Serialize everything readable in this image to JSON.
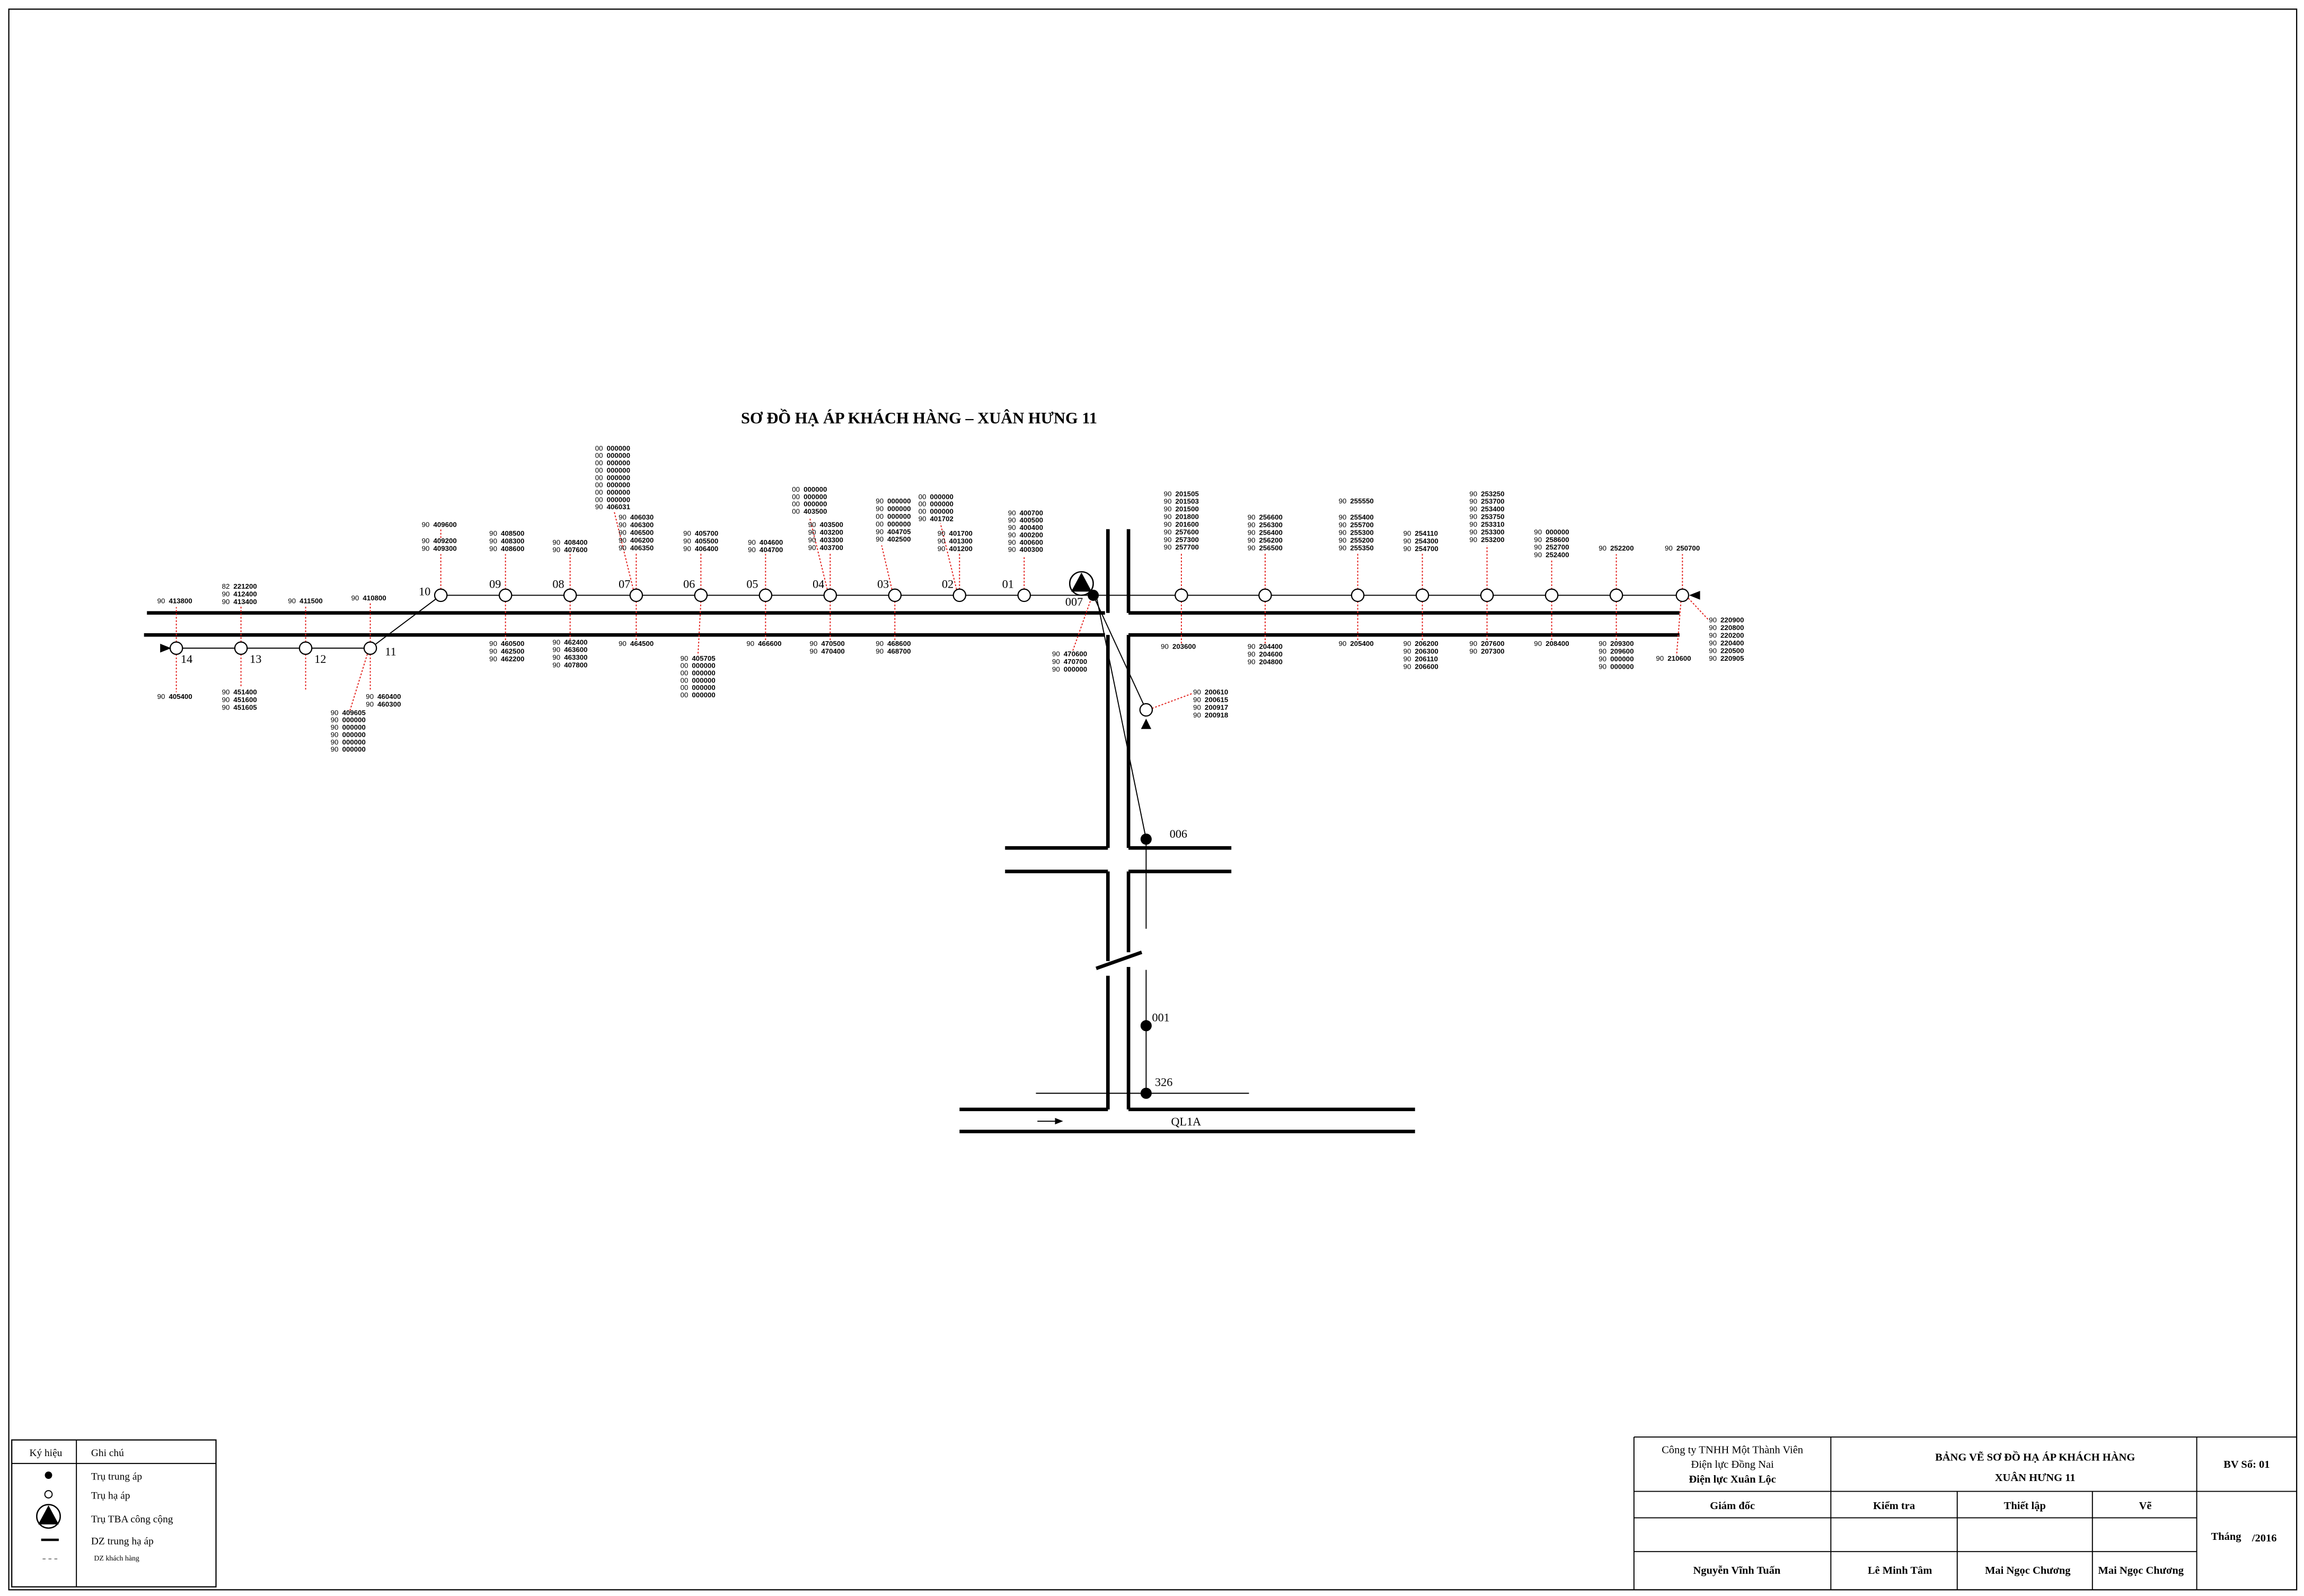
{
  "title": "SƠ ĐỒ HẠ ÁP KHÁCH HÀNG – XUÂN HƯNG 11",
  "colors": {
    "drawing": "#000000",
    "customer_leader": "#e3231f"
  },
  "pole_labels": {
    "p14": "14",
    "p13": "13",
    "p12": "12",
    "p11": "11",
    "p10": "10",
    "p09": "09",
    "p08": "08",
    "p07": "07",
    "p06": "06",
    "p05": "05",
    "p04": "04",
    "p03": "03",
    "p02": "02",
    "p01": "01",
    "p007": "007",
    "p006": "006",
    "p001": "001",
    "p326": "326"
  },
  "road_label": "QL1A",
  "meter_groups": {
    "g14a": [
      "90 413800"
    ],
    "g14b": [
      "90 405400"
    ],
    "g13a": [
      "82 221200",
      "90 412400",
      "90 413400"
    ],
    "g13b": [
      "90 451400",
      "90 451600",
      "90 451605"
    ],
    "g12a": [
      "90 411500"
    ],
    "g11a": [
      "90 410800"
    ],
    "g11b": [
      "90 460400",
      "90 460300"
    ],
    "g11c": [
      "90 409605",
      "90 000000",
      "90 000000",
      "90 000000",
      "90 000000",
      "90 000000"
    ],
    "g10a": [
      "90 409600"
    ],
    "g10b": [
      "90 409200",
      "90 409300"
    ],
    "g09a": [
      "90 408500",
      "90 408300",
      "90 408600"
    ],
    "g09b": [
      "90 460500",
      "90 462500",
      "90 462200"
    ],
    "g08a": [
      "90 408400",
      "90 407600"
    ],
    "g08b": [
      "90 462400",
      "90 463600",
      "90 463300",
      "90 407800"
    ],
    "g07a": [
      "00 000000",
      "00 000000",
      "00 000000",
      "00 000000",
      "00 000000",
      "00 000000",
      "00 000000",
      "00 000000",
      "90 406031"
    ],
    "g07b": [
      "90 406030",
      "90 406300",
      "90 406500",
      "90 406200",
      "90 406350"
    ],
    "g07c": [
      "90 464500"
    ],
    "g06a": [
      "90 405700",
      "90 405500",
      "90 406400"
    ],
    "g06b": [
      "90 405705",
      "00 000000",
      "00 000000",
      "00 000000",
      "00 000000",
      "00 000000"
    ],
    "g05a": [
      "90 404600",
      "90 404700"
    ],
    "g05b": [
      "90 466600"
    ],
    "g04a": [
      "00 000000",
      "00 000000",
      "00 000000",
      "00 403500"
    ],
    "g04b": [
      "90 403500",
      "90 403200",
      "90 403300",
      "90 403700"
    ],
    "g04c": [
      "90 470500",
      "90 470400"
    ],
    "g03a": [
      "90 000000",
      "90 000000",
      "00 000000",
      "00 000000",
      "90 404705",
      "90 402500"
    ],
    "g03b": [
      "90 468600",
      "90 468700"
    ],
    "g02a": [
      "00 000000",
      "00 000000",
      "00 000000",
      "90 401702"
    ],
    "g02b": [
      "90 401700",
      "90 401300",
      "90 401200"
    ],
    "g01a": [
      "90 400700",
      "90 400500",
      "90 400400",
      "90 400200",
      "90 400600",
      "90 400300"
    ],
    "g007": [
      "90 470600",
      "90 470700",
      "90 000000"
    ],
    "r1a": [
      "90 201505",
      "90 201503",
      "90 201500",
      "90 201800",
      "90 201600",
      "90 257600",
      "90 257300",
      "90 257700"
    ],
    "r1b": [
      "90 203600"
    ],
    "r2a": [
      "90 256600",
      "90 256300",
      "90 256400",
      "90 256200",
      "90 256500"
    ],
    "r2b": [
      "90 204400",
      "90 204600",
      "90 204800"
    ],
    "r3a": [
      "90 255550"
    ],
    "r3b": [
      "90 255400",
      "90 255700",
      "90 255300",
      "90 255200",
      "90 255350"
    ],
    "r3c": [
      "90 205400"
    ],
    "r4a": [
      "90 254110",
      "90 254300",
      "90 254700"
    ],
    "r4b": [
      "90 206200",
      "90 206300",
      "90 206110",
      "90 206600"
    ],
    "r5a": [
      "90 253250",
      "90 253700",
      "90 253400",
      "90 253750",
      "90 253310",
      "90 253300",
      "90 253200"
    ],
    "r5b": [
      "90 207600",
      "90 207300"
    ],
    "r6a": [
      "90 000000",
      "90 258600",
      "90 252700",
      "90 252400"
    ],
    "r6b": [
      "90 208400"
    ],
    "r7a": [
      "90 252200"
    ],
    "r7b": [
      "90 209300",
      "90 209600",
      "90 000000",
      "90 000000"
    ],
    "r8a": [
      "90 250700"
    ],
    "r8b": [
      "90 210600"
    ],
    "r8c": [
      "90 220900",
      "90 220800",
      "90 220200",
      "90 220400",
      "90 220500",
      "90 220905"
    ],
    "t1": [
      "90 200610",
      "90 200615",
      "90 200917",
      "90 200918"
    ]
  },
  "legend": {
    "header_symbol": "Ký hiệu",
    "header_note": "Ghi chú",
    "items": [
      "Trụ trung áp",
      "Trụ hạ áp",
      "Trụ TBA công cộng",
      "DZ trung hạ áp",
      "DZ khách hàng"
    ]
  },
  "title_block": {
    "company_line1": "Công ty TNHH Một Thành Viên",
    "company_line2": "Điện lực Đồng Nai",
    "company_line3": "Điện lực Xuân Lộc",
    "drawing_title_line1": "BẢNG VẼ SƠ ĐỒ HẠ ÁP KHÁCH HÀNG",
    "drawing_title_line2": "XUÂN HƯNG 11",
    "drawing_number": "BV Số: 01",
    "roles": [
      "Giám đốc",
      "Kiểm tra",
      "Thiết lập",
      "Vẽ"
    ],
    "names": [
      "Nguyễn Vĩnh Tuấn",
      "Lê Minh Tâm",
      "Mai Ngọc Chương",
      "Mai Ngọc Chương"
    ],
    "month_label": "Tháng",
    "year": "/2016"
  }
}
